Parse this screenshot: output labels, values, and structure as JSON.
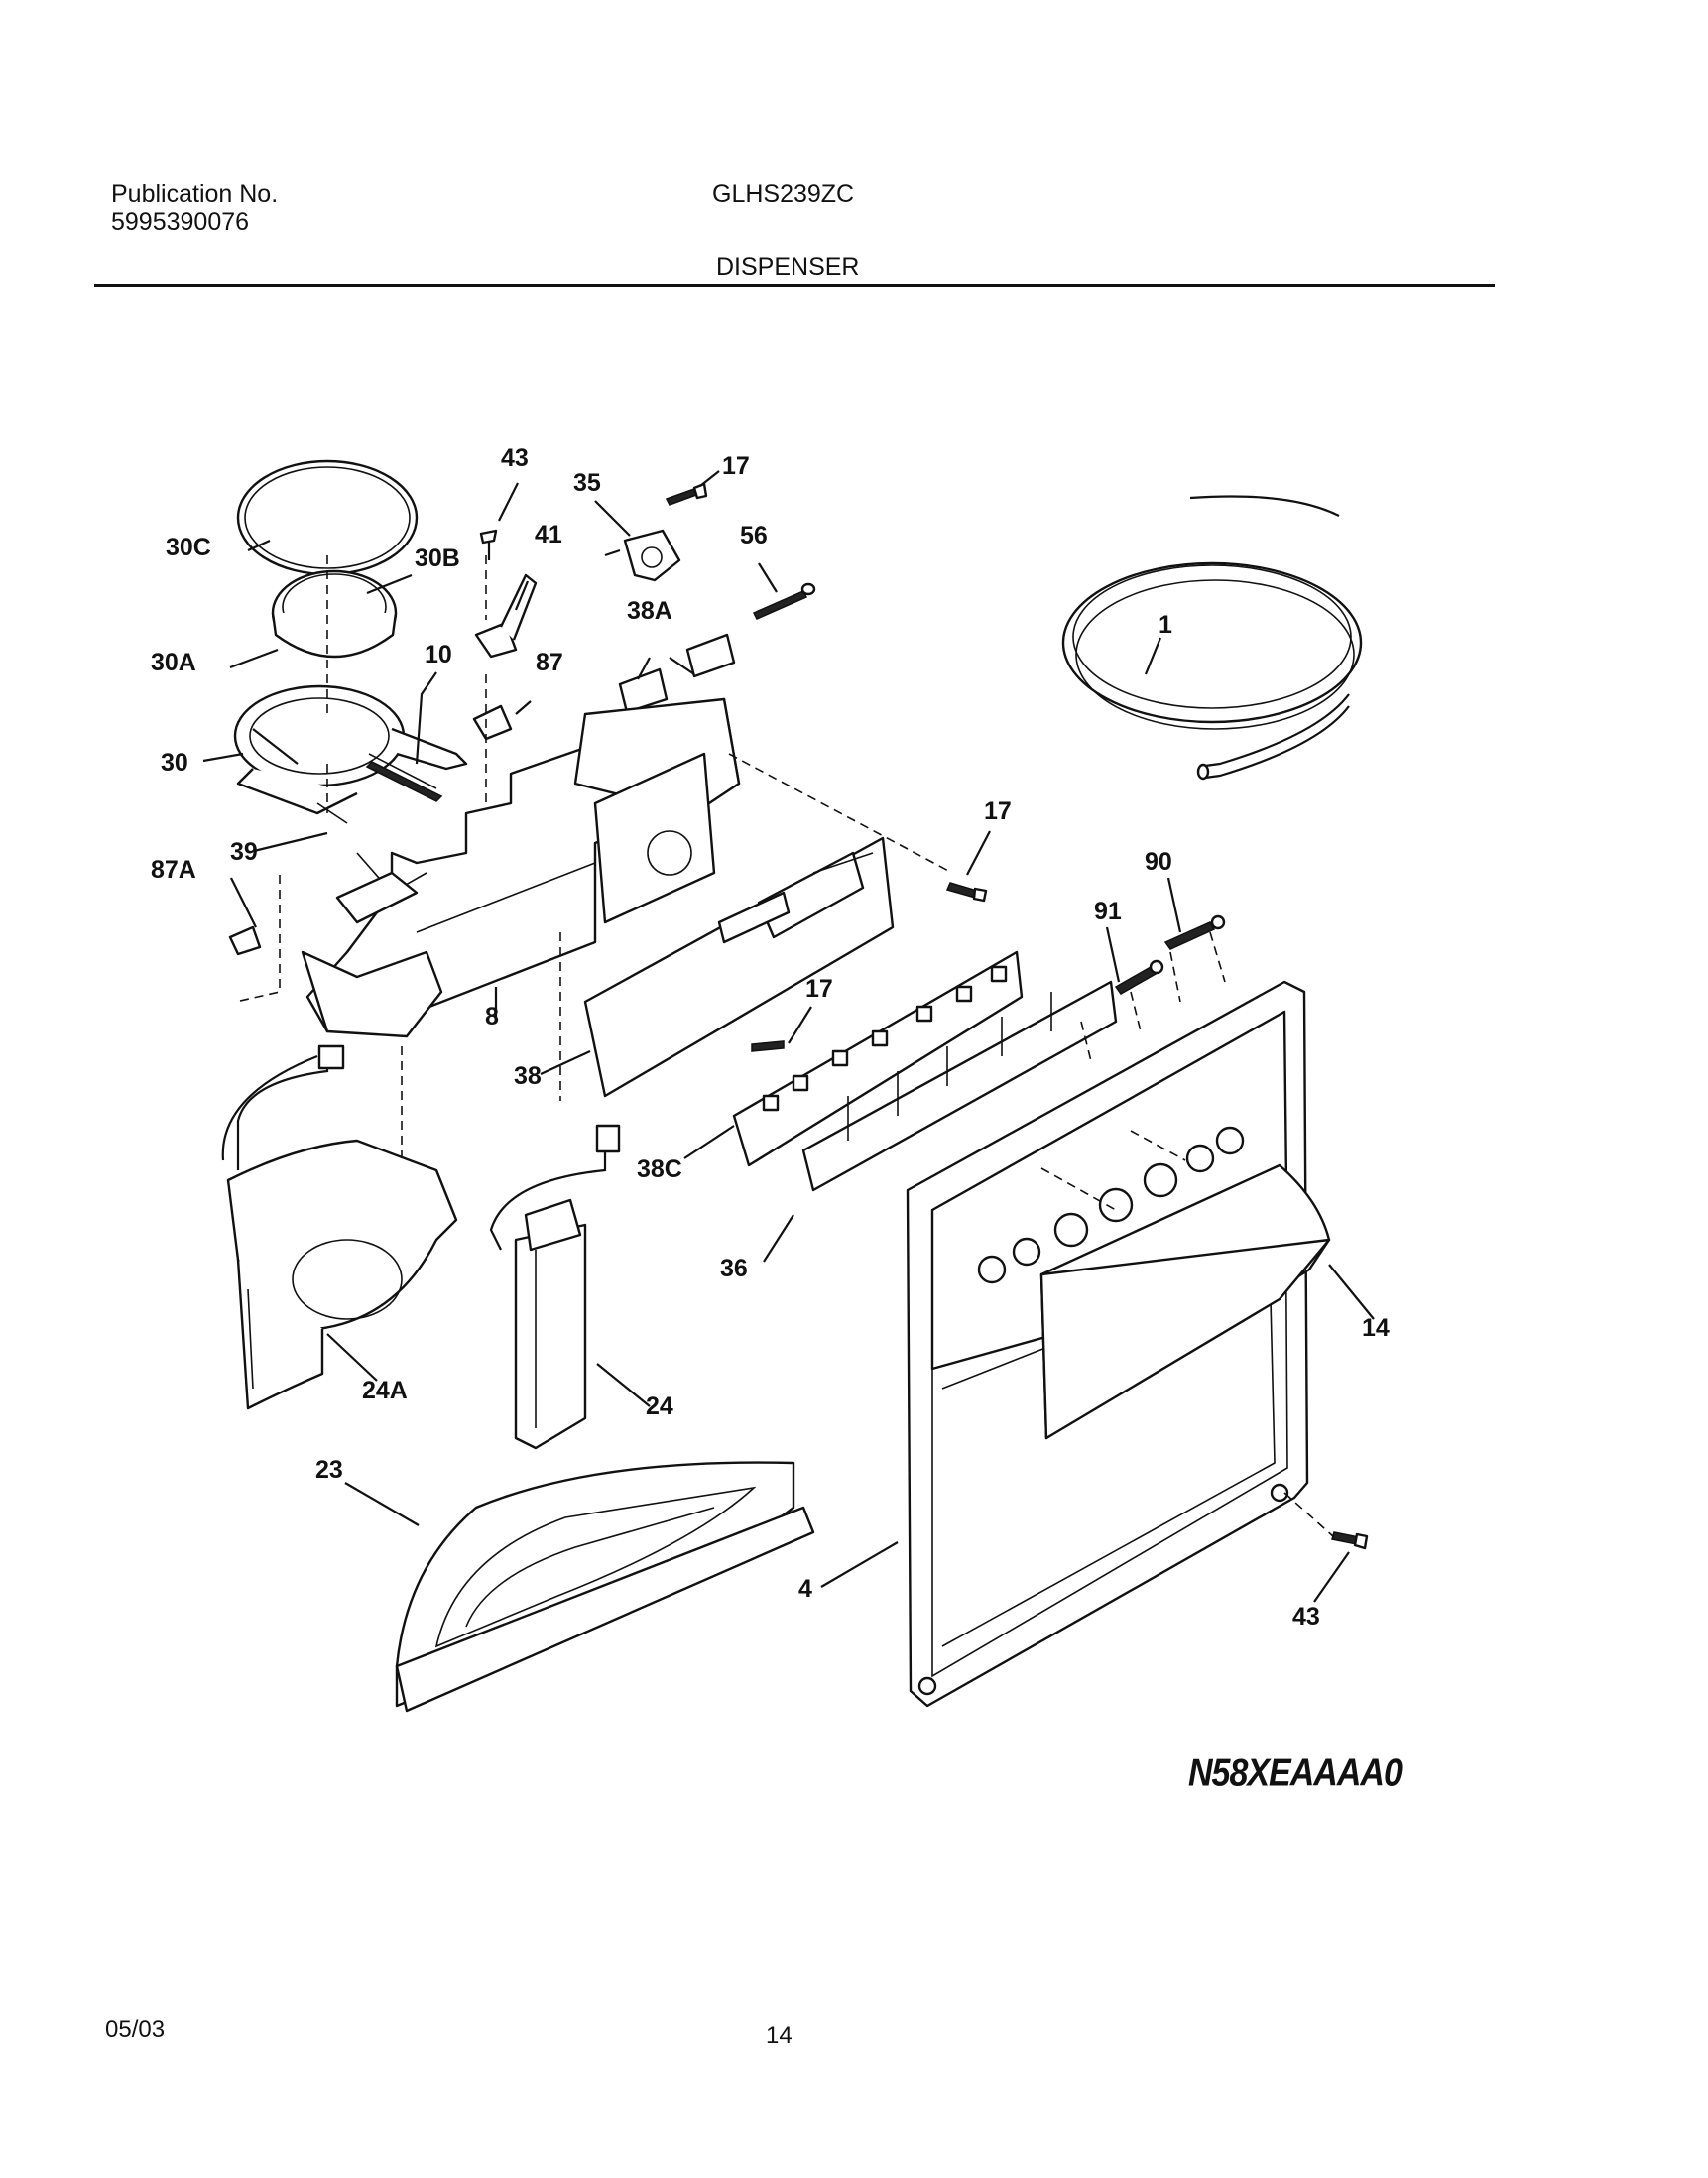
{
  "header": {
    "publication_label": "Publication No.",
    "publication_number": "5995390076",
    "model": "GLHS239ZC",
    "section": "DISPENSER"
  },
  "footer": {
    "date": "05/03",
    "page": "14"
  },
  "diagram": {
    "code": "N58XEAAAA0",
    "callouts": [
      "30C",
      "43",
      "35",
      "17",
      "56",
      "41",
      "30B",
      "38A",
      "1",
      "30A",
      "10",
      "87",
      "30",
      "39",
      "87A",
      "17",
      "90",
      "91",
      "8",
      "17",
      "38",
      "38C",
      "36",
      "14",
      "24A",
      "24",
      "23",
      "4",
      "43"
    ]
  }
}
